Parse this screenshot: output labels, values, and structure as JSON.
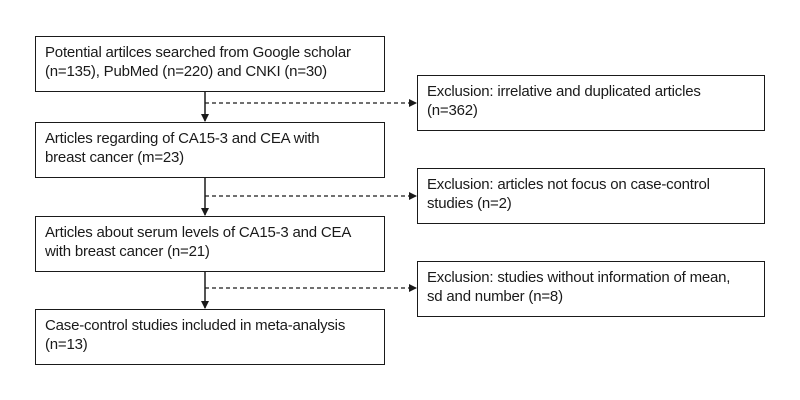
{
  "flowchart": {
    "steps": [
      {
        "lines": [
          "Potential artilces searched from Google scholar",
          "(n=135), PubMed (n=220) and CNKI (n=30)"
        ]
      },
      {
        "lines": [
          "Articles regarding of CA15-3 and CEA with",
          "breast cancer (m=23)"
        ]
      },
      {
        "lines": [
          "Articles about serum levels of CA15-3 and CEA",
          "with breast cancer (n=21)"
        ]
      },
      {
        "lines": [
          "Case-control studies included in meta-analysis",
          "(n=13)"
        ]
      }
    ],
    "exclusions": [
      {
        "lines": [
          "Exclusion: irrelative and duplicated articles",
          "(n=362)"
        ]
      },
      {
        "lines": [
          "Exclusion: articles not focus on case-control",
          "studies (n=2)"
        ]
      },
      {
        "lines": [
          "Exclusion: studies without information of mean,",
          "sd and number (n=8)"
        ]
      }
    ]
  },
  "colors": {
    "stroke": "#1a1a1a",
    "background": "#ffffff"
  }
}
